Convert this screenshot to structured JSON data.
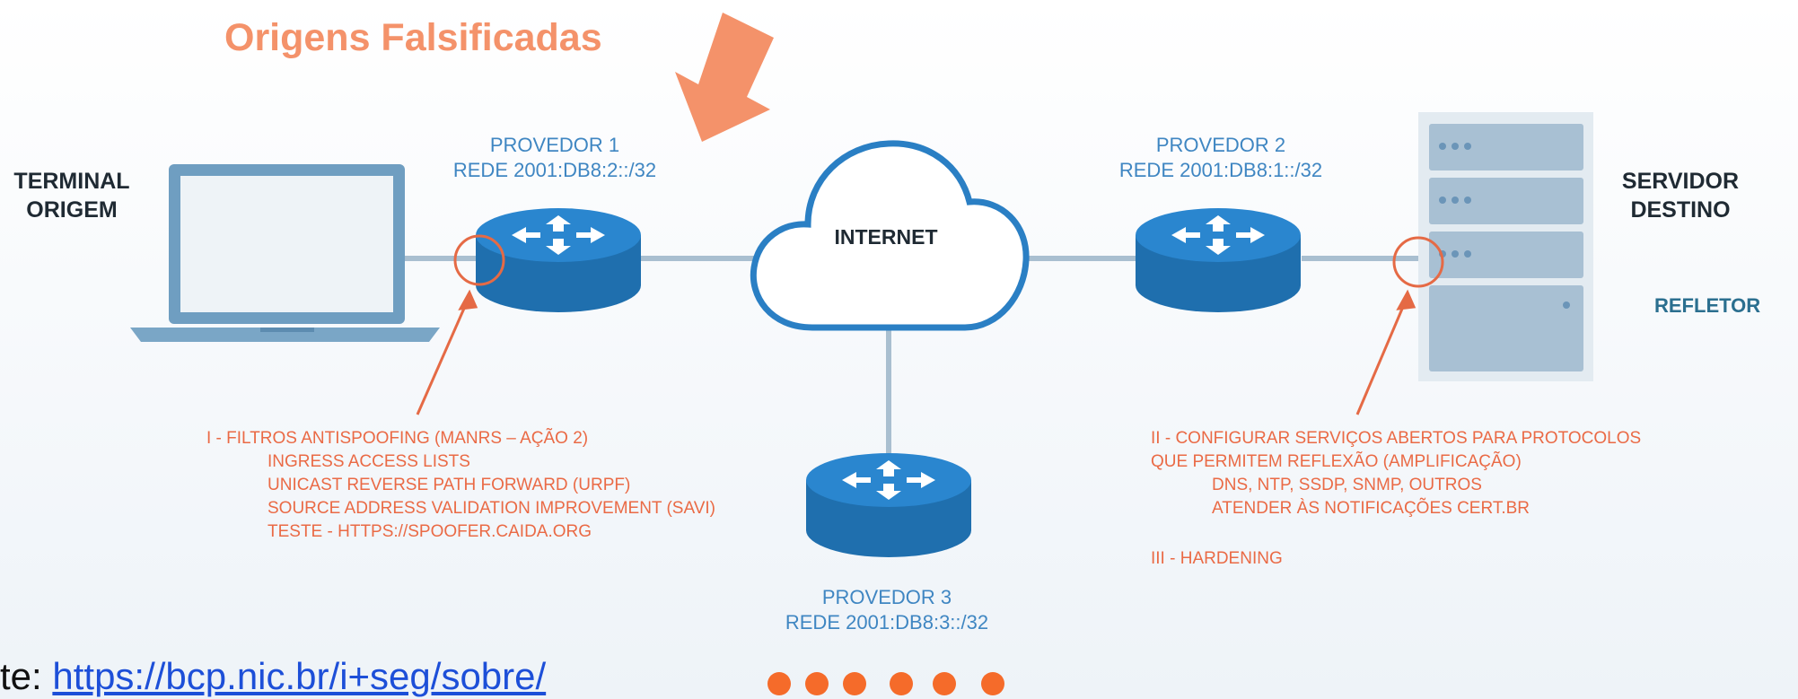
{
  "title": "Origens Falsificadas",
  "terminal": {
    "line1": "TERMINAL",
    "line2": "ORIGEM"
  },
  "servidor": {
    "line1": "SERVIDOR",
    "line2": "DESTINO",
    "role": "REFLETOR"
  },
  "provedor1": {
    "name": "PROVEDOR 1",
    "network": "REDE 2001:DB8:2::/32"
  },
  "provedor2": {
    "name": "PROVEDOR 2",
    "network": "REDE 2001:DB8:1::/32"
  },
  "provedor3": {
    "name": "PROVEDOR 3",
    "network": "REDE 2001:DB8:3::/32"
  },
  "internet": "INTERNET",
  "left_notes": {
    "heading": "I - FILTROS ANTISPOOFING (MANRS – AÇÃO 2)",
    "items": [
      "INGRESS ACCESS LISTS",
      "UNICAST REVERSE PATH FORWARD (URPF)",
      "SOURCE ADDRESS VALIDATION IMPROVEMENT (SAVI)",
      "TESTE - HTTPS://SPOOFER.CAIDA.ORG"
    ]
  },
  "right_notes": {
    "heading_line1": "II - CONFIGURAR SERVIÇOS ABERTOS PARA PROTOCOLOS",
    "heading_line2": "QUE PERMITEM REFLEXÃO (AMPLIFICAÇÃO)",
    "items": [
      "DNS, NTP, SSDP, SNMP, OUTROS",
      "ATENDER ÀS NOTIFICAÇÕES CERT.BR"
    ],
    "heading3": "III - HARDENING"
  },
  "source": {
    "prefix": "te: ",
    "link": "https://bcp.nic.br/i+seg/sobre/"
  },
  "colors": {
    "accent_orange": "#f4926a",
    "note_orange": "#ea6a45",
    "router_blue": "#2a7fc4",
    "cloud_blue": "#2a7fc4",
    "link_blue": "#1d4fd8"
  }
}
